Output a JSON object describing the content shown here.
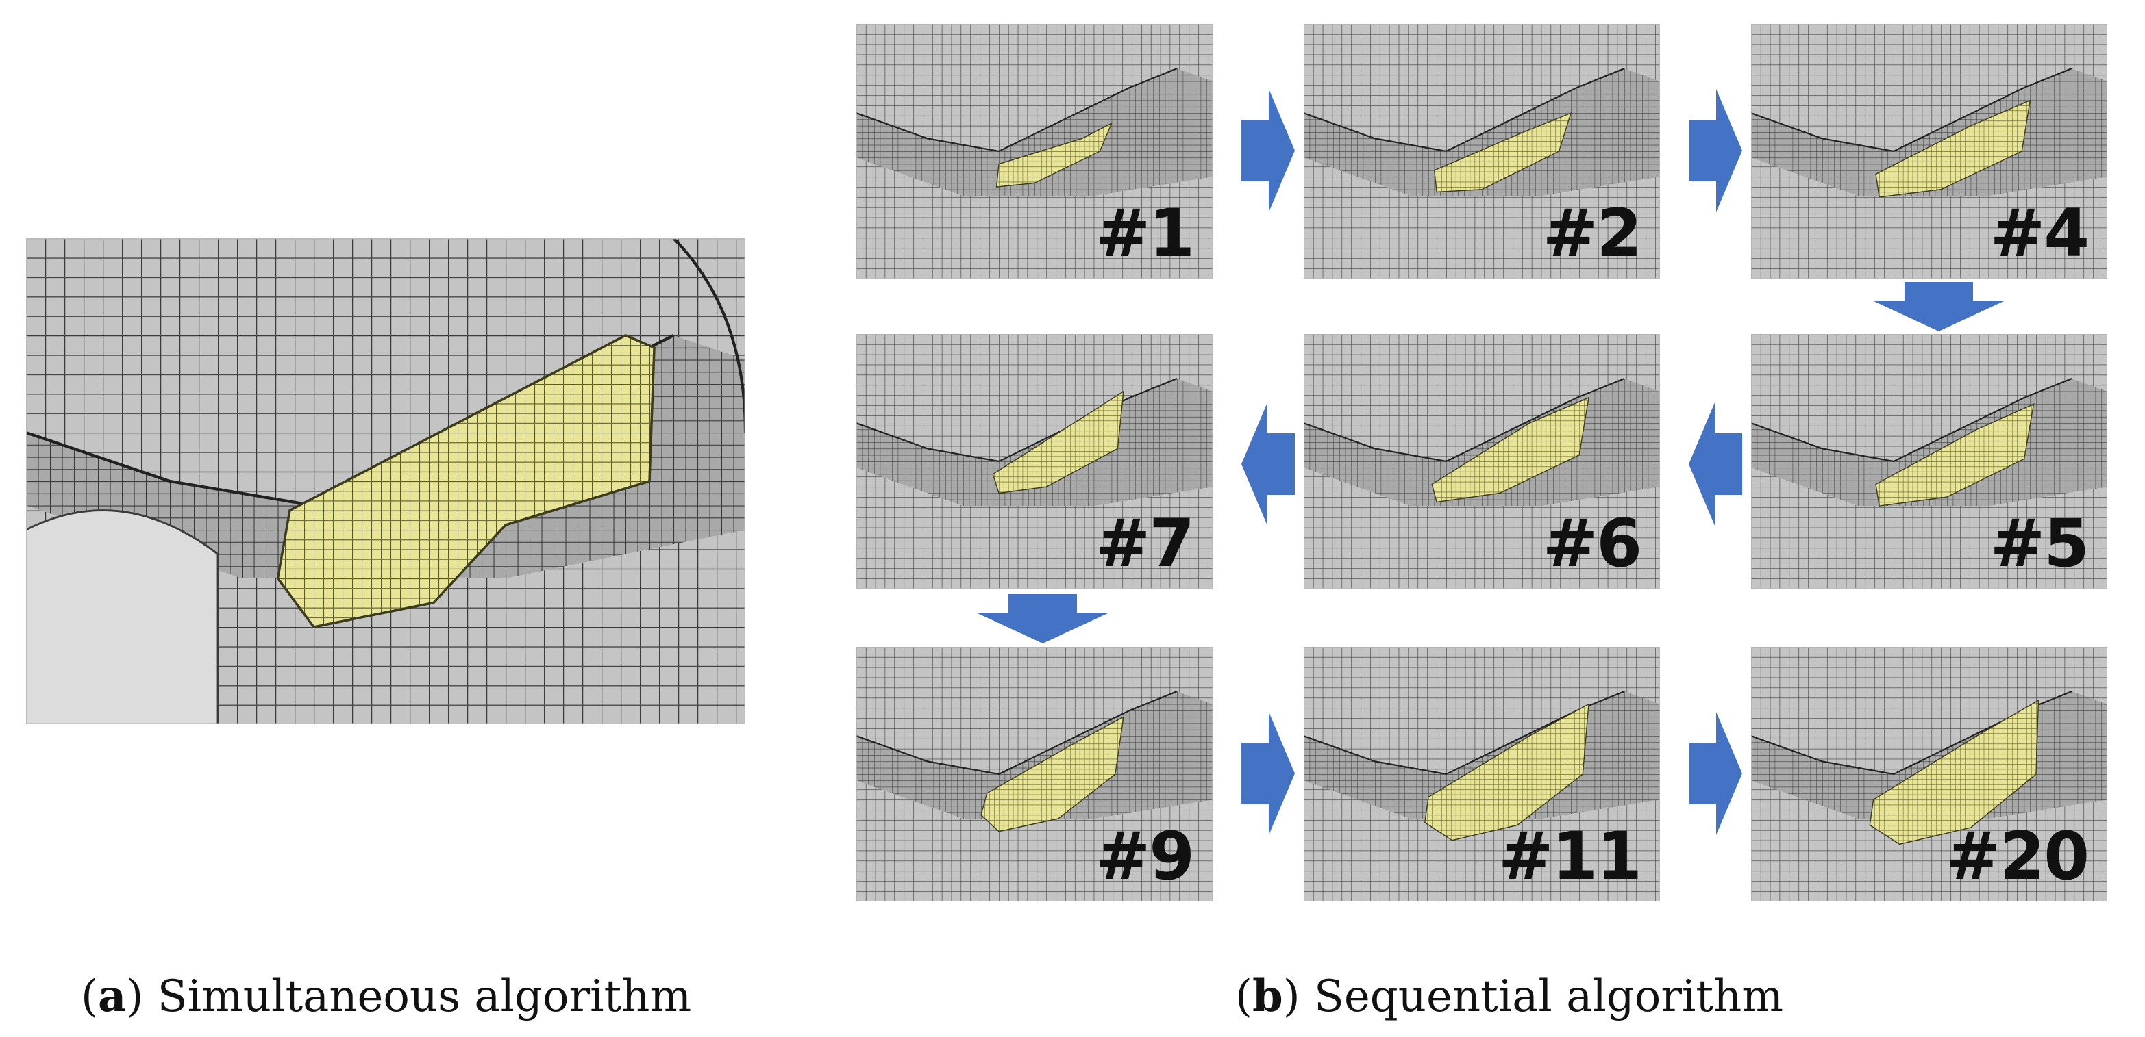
{
  "panels": {
    "a": {
      "letter": "a",
      "caption": "Simultaneous algorithm"
    },
    "b": {
      "letter": "b",
      "caption": "Sequential algorithm",
      "steps": [
        "#1",
        "#2",
        "#4",
        "#5",
        "#6",
        "#7",
        "#9",
        "#11",
        "#20"
      ]
    }
  },
  "colors": {
    "mesh_face": "#c9c9c9",
    "mesh_line": "#3a3a3a",
    "elements": "#e8e596",
    "arrow": "#4472c4"
  }
}
